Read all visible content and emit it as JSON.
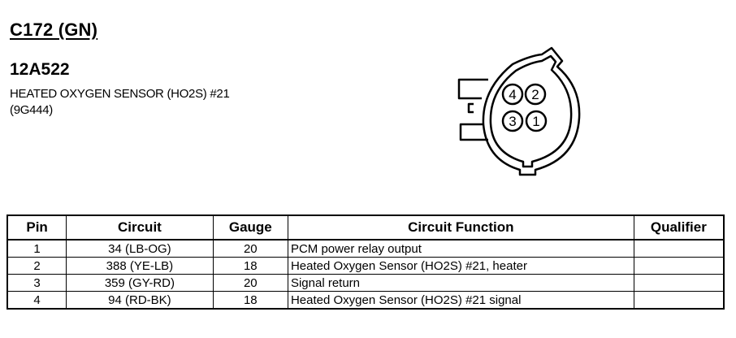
{
  "connector": {
    "id": "C172 (GN)",
    "part_number": "12A522",
    "description_line1": "HEATED OXYGEN SENSOR (HO2S) #21",
    "description_line2": "(9G444)"
  },
  "diagram": {
    "pins": [
      {
        "label": "4"
      },
      {
        "label": "2"
      },
      {
        "label": "3"
      },
      {
        "label": "1"
      }
    ]
  },
  "table": {
    "headers": {
      "pin": "Pin",
      "circuit": "Circuit",
      "gauge": "Gauge",
      "function": "Circuit Function",
      "qualifier": "Qualifier"
    },
    "rows": [
      {
        "pin": "1",
        "circuit": "34 (LB-OG)",
        "gauge": "20",
        "function": "PCM power relay output",
        "qualifier": ""
      },
      {
        "pin": "2",
        "circuit": "388 (YE-LB)",
        "gauge": "18",
        "function": "Heated Oxygen Sensor (HO2S) #21, heater",
        "qualifier": ""
      },
      {
        "pin": "3",
        "circuit": "359 (GY-RD)",
        "gauge": "20",
        "function": "Signal return",
        "qualifier": ""
      },
      {
        "pin": "4",
        "circuit": "94 (RD-BK)",
        "gauge": "18",
        "function": "Heated Oxygen Sensor (HO2S) #21 signal",
        "qualifier": ""
      }
    ]
  }
}
